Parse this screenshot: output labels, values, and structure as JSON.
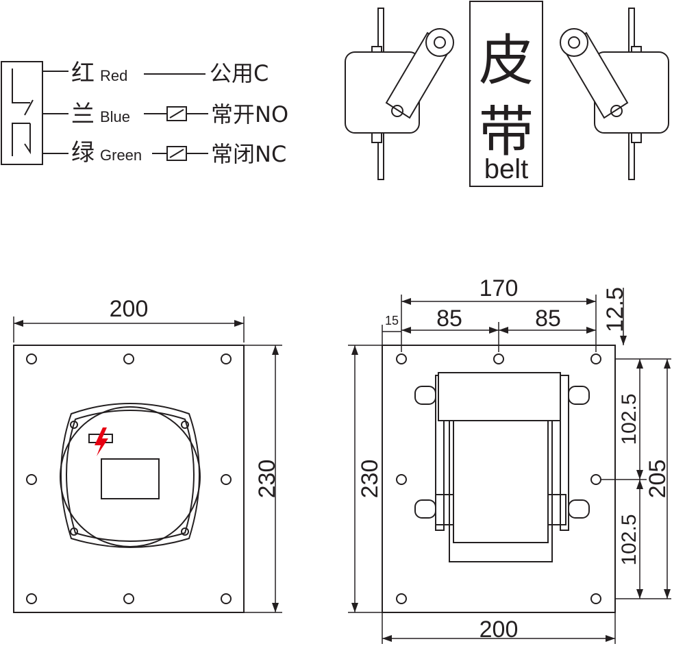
{
  "wiring": {
    "red_cn": "红",
    "red_en": "Red",
    "common": "公用C",
    "blue_cn": "兰",
    "blue_en": "Blue",
    "no": "常开NO",
    "green_cn": "绿",
    "green_en": "Green",
    "nc": "常闭NC"
  },
  "belt": {
    "cn1": "皮",
    "cn2": "带",
    "en": "belt"
  },
  "front_view": {
    "width": "200",
    "height": "230"
  },
  "side_view": {
    "span": "170",
    "half_left": "85",
    "half_right": "85",
    "offset": "15",
    "top_margin": "12.5",
    "height_left": "230",
    "seg_upper": "102.5",
    "seg_lower": "102.5",
    "hole_span": "205",
    "width": "200"
  },
  "colors": {
    "line": "#231f20",
    "lightning": "#e60012"
  }
}
